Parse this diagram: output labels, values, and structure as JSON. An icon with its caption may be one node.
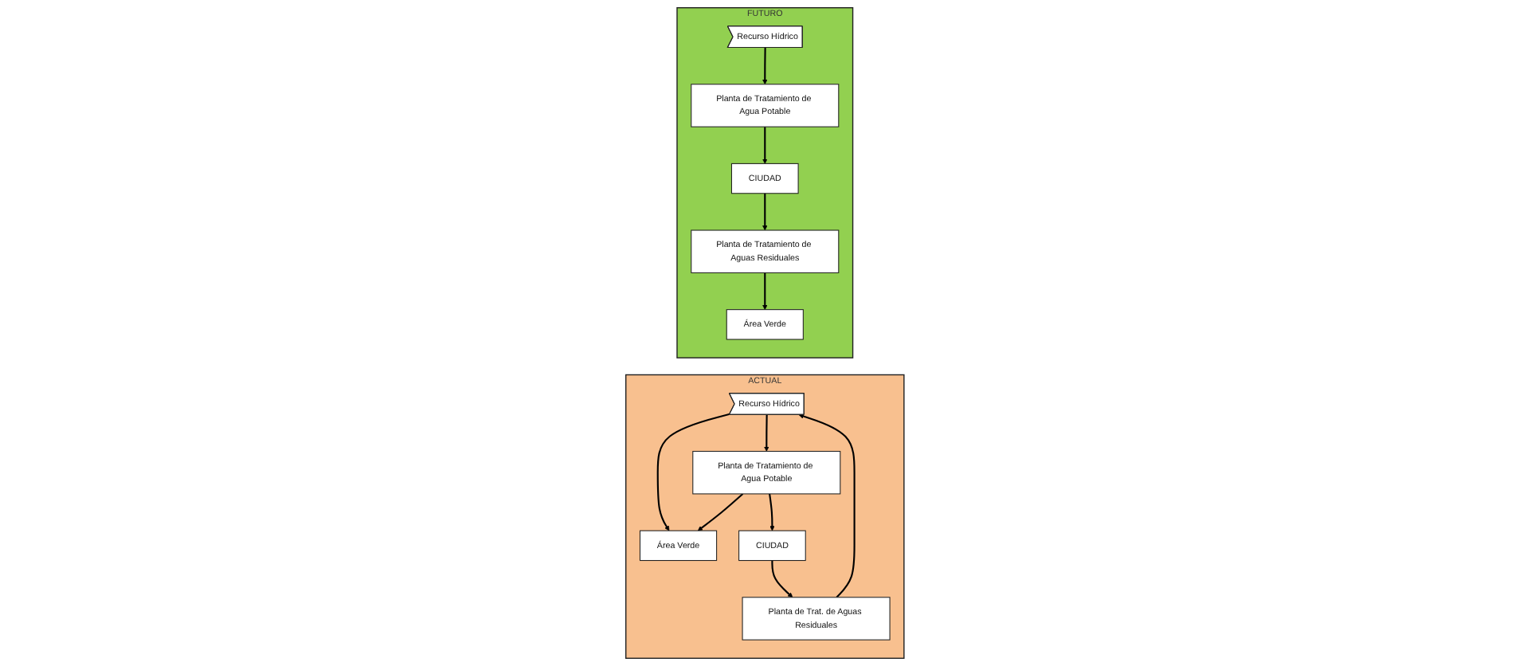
{
  "diagram": {
    "nodes": [
      {
        "text": [
          "ACTUAL"
        ]
      },
      {
        "text": [
          "Recurso Hídrico"
        ],
        "in": 0
      },
      {
        "text": [
          "Planta de Tratamiento de Agua Potable"
        ],
        "in": 0
      },
      {
        "text": [
          "Área Verde"
        ],
        "in": 0
      },
      {
        "text": [
          "CIUDAD"
        ],
        "in": 0
      },
      {
        "text": [
          "Planta de Trat. de Aguas Residuales"
        ],
        "in": 0
      },
      {
        "text": [
          "FUTURO"
        ]
      },
      {
        "text": [
          "Recurso Hídrico"
        ],
        "in": 6
      },
      {
        "text": [
          "Planta de Tratamiento de Agua Potable"
        ],
        "in": 6
      },
      {
        "text": [
          "Área Verde"
        ],
        "in": 6
      },
      {
        "text": [
          "CIUDAD"
        ],
        "in": 6
      },
      {
        "text": [
          "Planta de Tratamiento de Aguas Residuales"
        ],
        "in": 6
      }
    ],
    "edges": [
      {
        "from": 1,
        "to": 2,
        "arrow": "to"
      },
      {
        "from": 1,
        "to": 3,
        "arrow": "to"
      },
      {
        "from": 2,
        "to": 3,
        "arrow": "to"
      },
      {
        "from": 2,
        "to": 4,
        "arrow": "to"
      },
      {
        "from": 4,
        "to": 5,
        "arrow": "to"
      },
      {
        "from": 5,
        "to": 1,
        "arrow": "to"
      },
      {
        "from": 7,
        "to": 8,
        "arrow": "to"
      },
      {
        "from": 8,
        "to": 10,
        "arrow": "to"
      },
      {
        "from": 10,
        "to": 11,
        "arrow": "to"
      },
      {
        "from": 11,
        "to": 9,
        "arrow": "to"
      }
    ]
  }
}
